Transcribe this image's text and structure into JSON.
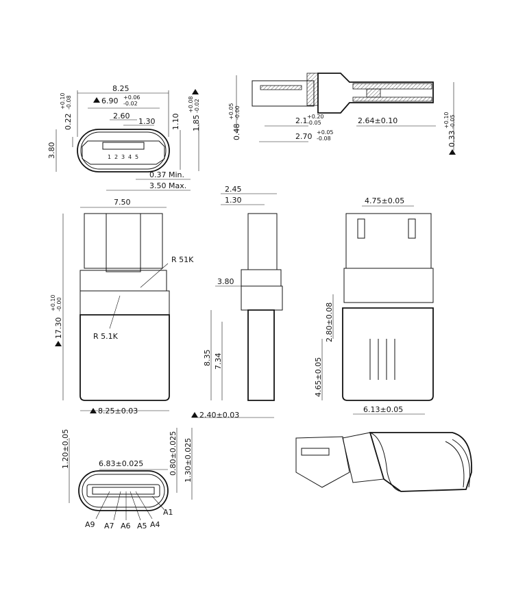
{
  "face_view": {
    "width_overall": "8.25",
    "width_inner": "6.90",
    "width_inner_tol_plus": "+0.06",
    "width_inner_tol_minus": "-0.02",
    "pin_span": "2.60",
    "pin_half": "1.30",
    "height": "3.80",
    "offset": "0.22",
    "offset_tol_plus": "+0.10",
    "offset_tol_minus": "-0.08",
    "depth": "1.10",
    "depth2": "1.85",
    "depth2_tol_plus": "+0.08",
    "depth2_tol_minus": "-0.02",
    "pin_min": "0.37 Min.",
    "pin_max": "3.50 Max.",
    "pins": [
      "1",
      "2",
      "3",
      "4",
      "5"
    ]
  },
  "section_view": {
    "thickness": "0.48",
    "thickness_tol_plus": "+0.05",
    "thickness_tol_minus": "-0.00",
    "len_a": "2.1",
    "len_a_tol_plus": "+0.20",
    "len_a_tol_minus": "-0.05",
    "len_b": "2.70",
    "len_b_tol_plus": "+0.05",
    "len_b_tol_minus": "-0.08",
    "len_c": "2.64±0.10",
    "gap": "0.33",
    "gap_tol_plus": "+0.10",
    "gap_tol_minus": "-0.05"
  },
  "front_view": {
    "top_width": "7.50",
    "length": "17.30",
    "length_tol_plus": "+0.10",
    "length_tol_minus": "-0.00",
    "resistor_1": "R  51K",
    "resistor_2": "R  5.1K",
    "bottom_width": "8.25±0.03"
  },
  "side_view": {
    "w1": "2.45",
    "w2": "1.30",
    "w3": "3.80",
    "h1": "8.35",
    "h2": "7.34",
    "bottom": "2.40±0.03"
  },
  "back_view": {
    "top_width": "4.75±0.05",
    "h1": "2.80±0.08",
    "h2": "4.65±0.05",
    "bottom_width": "6.13±0.05"
  },
  "typec_face": {
    "width": "6.83±0.025",
    "h1": "1.20±0.05",
    "h2": "0.80±0.025",
    "h3": "1.30±0.025",
    "pins": [
      "A9",
      "A7",
      "A6",
      "A5",
      "A4",
      "A1"
    ]
  }
}
